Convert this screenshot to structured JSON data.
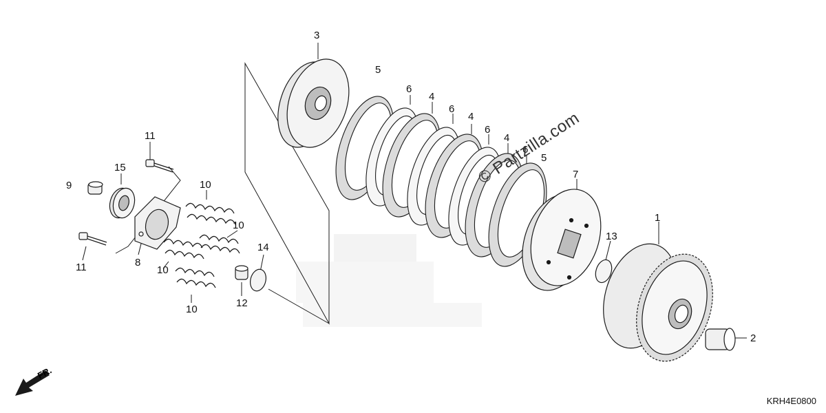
{
  "diagram": {
    "diagram_code": "KRH4E0800",
    "watermark": "© Partzilla.com",
    "direction_label": "FR.",
    "callouts": [
      {
        "id": "c1",
        "text": "1"
      },
      {
        "id": "c2",
        "text": "2"
      },
      {
        "id": "c3",
        "text": "3"
      },
      {
        "id": "c4a",
        "text": "4"
      },
      {
        "id": "c4b",
        "text": "4"
      },
      {
        "id": "c4c",
        "text": "4"
      },
      {
        "id": "c5a",
        "text": "5"
      },
      {
        "id": "c5b",
        "text": "5"
      },
      {
        "id": "c6a",
        "text": "6"
      },
      {
        "id": "c6b",
        "text": "6"
      },
      {
        "id": "c6c",
        "text": "6"
      },
      {
        "id": "c6d",
        "text": "6"
      },
      {
        "id": "c7",
        "text": "7"
      },
      {
        "id": "c8",
        "text": "8"
      },
      {
        "id": "c9",
        "text": "9"
      },
      {
        "id": "c10a",
        "text": "10"
      },
      {
        "id": "c10b",
        "text": "10"
      },
      {
        "id": "c10c",
        "text": "10"
      },
      {
        "id": "c10d",
        "text": "10"
      },
      {
        "id": "c11a",
        "text": "11"
      },
      {
        "id": "c11b",
        "text": "11"
      },
      {
        "id": "c12",
        "text": "12"
      },
      {
        "id": "c13",
        "text": "13"
      },
      {
        "id": "c14",
        "text": "14"
      },
      {
        "id": "c15",
        "text": "15"
      }
    ]
  },
  "colors": {
    "line": "#1a1a1a",
    "fill": "#f4f4f4",
    "shade": "#cfcfcf",
    "dark": "#444444"
  }
}
